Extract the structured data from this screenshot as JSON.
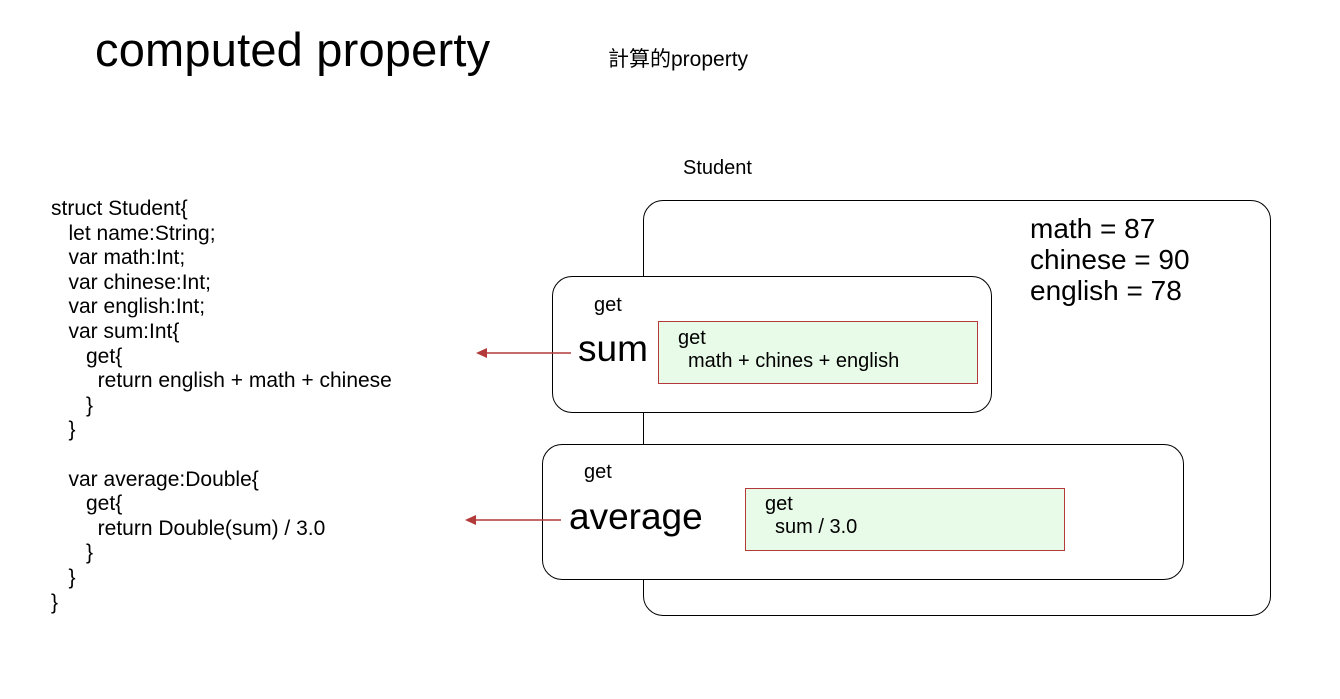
{
  "header": {
    "title": "computed property",
    "subtitle": "計算的property"
  },
  "code": {
    "lines": [
      "struct Student{",
      "   let name:String;",
      "   var math:Int;",
      "   var chinese:Int;",
      "   var english:Int;",
      "   var sum:Int{",
      "      get{",
      "        return english + math + chinese",
      "      }",
      "   }",
      "",
      "   var average:Double{",
      "      get{",
      "        return Double(sum) / 3.0",
      "      }",
      "   }",
      "}"
    ]
  },
  "diagram": {
    "student_label": "Student",
    "values": [
      "math = 87",
      "chinese = 90",
      "english = 78"
    ],
    "sum": {
      "get_label": "get",
      "name": "sum",
      "inner_get": "get",
      "inner_expr": "math + chines + english"
    },
    "average": {
      "get_label": "get",
      "name": "average",
      "inner_get": "get",
      "inner_expr": "sum / 3.0"
    }
  },
  "colors": {
    "arrow": "#b23a3a",
    "inner_border": "#b23a3a",
    "inner_fill": "#e8fbe8"
  }
}
